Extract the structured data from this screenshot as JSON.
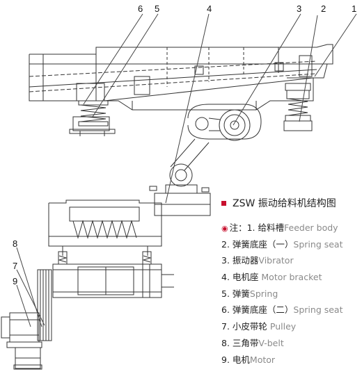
{
  "callouts": {
    "c1": "1",
    "c2": "2",
    "c3": "3",
    "c4": "4",
    "c5": "5",
    "c6": "6",
    "c7": "7",
    "c8": "8",
    "c9": "9"
  },
  "legend": {
    "title": "ZSW 振动给料机结构图",
    "items": [
      {
        "prefix": "注：1. ",
        "zh": "给料槽",
        "en": "Feeder body"
      },
      {
        "prefix": "2. ",
        "zh": "弹簧底座（一）",
        "en": "Spring seat"
      },
      {
        "prefix": "3. ",
        "zh": "振动器",
        "en": "Vibrator"
      },
      {
        "prefix": "4. ",
        "zh": "电机座 ",
        "en": "Motor bracket"
      },
      {
        "prefix": "5. ",
        "zh": "弹簧",
        "en": "Spring"
      },
      {
        "prefix": "6. ",
        "zh": "弹簧底座（二）",
        "en": "Spring seat"
      },
      {
        "prefix": "7. ",
        "zh": "小皮带轮 ",
        "en": "Pulley"
      },
      {
        "prefix": "8. ",
        "zh": "三角带",
        "en": "V-belt"
      },
      {
        "prefix": "9. ",
        "zh": "电机",
        "en": "Motor"
      }
    ]
  }
}
